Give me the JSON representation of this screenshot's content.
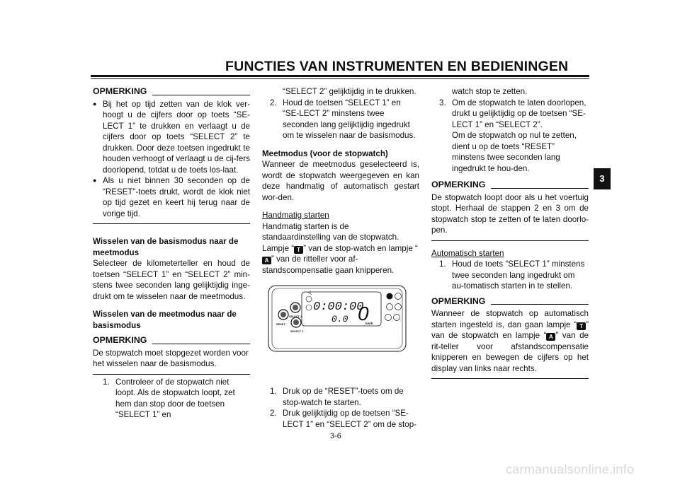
{
  "header": {
    "title": "FUNCTIES VAN INSTRUMENTEN EN BEDIENINGEN"
  },
  "section_tab": "3",
  "page_number": "3-6",
  "watermark": "carmanualsonline.info",
  "col1": {
    "note1_label": "OPMERKING",
    "bullet1": "Bij het op tijd zetten van de klok ver-hoogt u de cijfers door op toets “SE-LECT 1” te drukken en verlaagt u de cijfers door op toets “SELECT 2” te drukken. Door deze toetsen ingedrukt te houden verhoogt of verlaagt u de cij-fers doorlopend, totdat u de toets los-laat.",
    "bullet2": "Als u niet binnen 30 seconden op de “RESET”-toets drukt, wordt de klok niet op tijd gezet en keert hij terug naar de vorige tijd.",
    "h1": "Wisselen van de basismodus naar de meetmodus",
    "p1": "Selecteer de kilometerteller en houd de toetsen “SELECT 1” en “SELECT 2” min-stens twee seconden lang gelijktijdig inge-drukt om te wisselen naar de meetmodus.",
    "h2": "Wisselen van de meetmodus naar de basismodus",
    "note2_label": "OPMERKING",
    "note2_text": "De stopwatch moet stopgezet worden voor het wisselen naar de basismodus.",
    "step1_num": "1.",
    "step1": "Controleer of de stopwatch niet loopt. Als de stopwatch loopt, zet hem dan stop door de toetsen “SELECT 1” en"
  },
  "col2": {
    "cont": "“SELECT 2” gelijktijdig in te drukken.",
    "step2_num": "2.",
    "step2": "Houd de toetsen “SELECT 1” en “SE-LECT 2” minstens twee seconden lang gelijktijdig ingedrukt om te wisselen naar de basismodus.",
    "h3": "Meetmodus (voor de stopwatch)",
    "p3": "Wanneer de meetmodus geselecteerd is, wordt de stopwatch weergegeven en kan deze handmatig of automatisch gestart wor-den.",
    "u1": "Handmatig starten",
    "p4a": "Handmatig starten is de standaardinstelling van de stopwatch. Lampje “",
    "p4b": "” van de stop-watch en lampje “",
    "p4c": "” van de ritteller voor af-standscompensatie gaan knipperen.",
    "icon_t": "T",
    "icon_a": "A",
    "s1_num": "1.",
    "s1": "Druk op de “RESET”-toets om de stop-watch te starten.",
    "s2_num": "2.",
    "s2": "Druk gelijktijdig op de toetsen “SE-LECT 1” en “SELECT 2” om de stop-"
  },
  "figure": {
    "display_time": "0:00:00",
    "display_trip": "0.0",
    "display_gear": "0",
    "unit": "km/h",
    "btn_select1": "SELECT 1",
    "btn_reset": "RESET",
    "btn_select2": "SELECT 2"
  },
  "col3": {
    "cont": "watch stop te zetten.",
    "step3_num": "3.",
    "step3a": "Om de stopwatch te laten doorlopen, drukt u gelijktijdig op de toetsen “SE-LECT 1” en “SELECT 2”.",
    "step3b": "Om de stopwatch op nul te zetten, dient u op de toets “RESET” minstens twee seconden lang ingedrukt te hou-den.",
    "note3_label": "OPMERKING",
    "note3_text": "De stopwatch loopt door als u het voertuig stopt. Herhaal de stappen 2 en 3 om de stopwatch stop te zetten of te laten doorlo-pen.",
    "u2": "Automatisch starten",
    "a1_num": "1.",
    "a1": "Houd de toets “SELECT 1” minstens twee seconden lang ingedrukt om au-tomatisch starten in te stellen.",
    "note4_label": "OPMERKING",
    "note4a": "Wanneer de stopwatch op automatisch starten ingesteld is, dan gaan lampje “",
    "note4b": "” van de stopwatch en lampje “",
    "note4c": "” van de rit-teller voor afstandscompensatie knipperen en bewegen de cijfers op het display van links naar rechts.",
    "icon_t": "T",
    "icon_a": "A"
  }
}
